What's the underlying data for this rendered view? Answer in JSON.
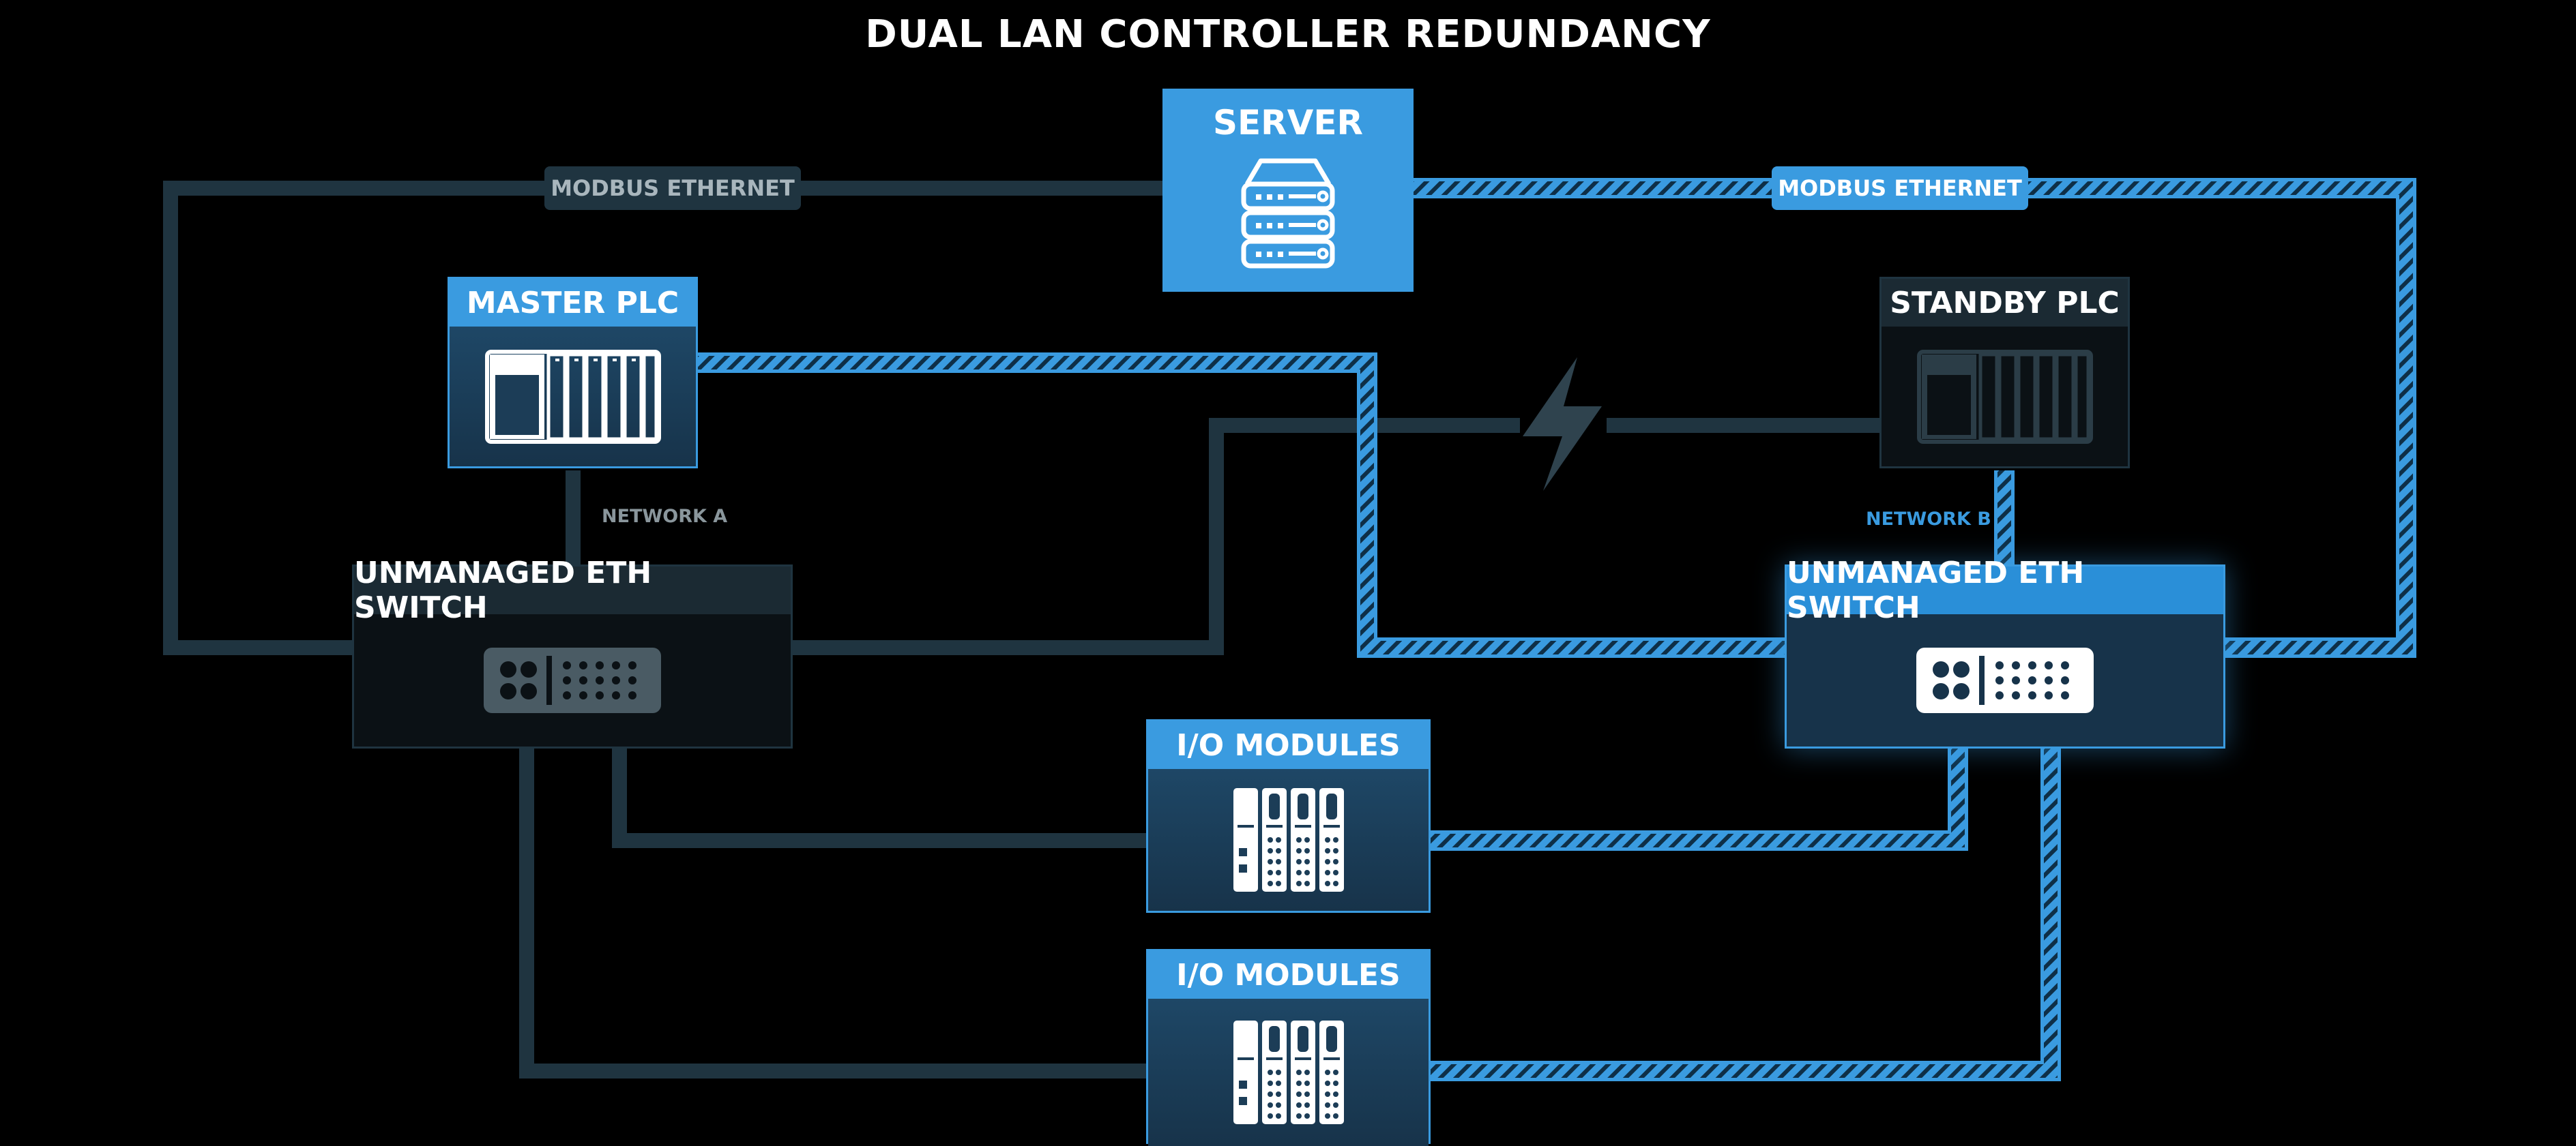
{
  "title": "DUAL LAN CONTROLLER REDUNDANCY",
  "labels": {
    "modbus_left": "MODBUS ETHERNET",
    "modbus_right": "MODBUS ETHERNET",
    "network_a": "NETWORK A",
    "network_b": "NETWORK B"
  },
  "nodes": {
    "server": "SERVER",
    "master_plc": "MASTER PLC",
    "standby_plc": "STANDBY PLC",
    "switch_a": "UNMANAGED ETH SWITCH",
    "switch_b": "UNMANAGED ETH SWITCH",
    "io_1": "I/O MODULES",
    "io_2": "I/O MODULES"
  },
  "colors": {
    "background": "#000000",
    "network_a_cable": "#1f3440",
    "network_b_cable": "#3a9be0",
    "accent": "#3a9be0"
  },
  "icons": [
    "server-rack-icon",
    "plc-rack-icon",
    "ethernet-switch-icon",
    "io-module-icon",
    "lightning-fault-icon"
  ]
}
